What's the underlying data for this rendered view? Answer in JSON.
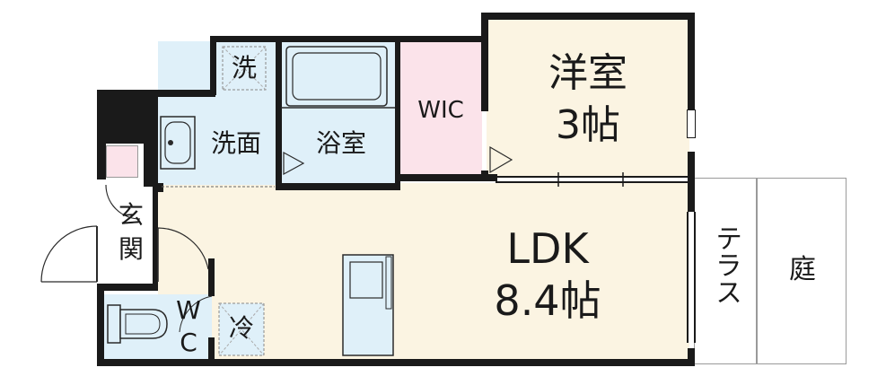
{
  "colors": {
    "wall": "#1a1a1a",
    "ldk_floor": "#fbf4e2",
    "bedroom_floor": "#fbf4e2",
    "wet_area": "#dff0f9",
    "wic_floor": "#fbe3ea",
    "outdoor": "#ffffff",
    "closet_pink": "#fbe3ea"
  },
  "rooms": {
    "bedroom": {
      "name": "洋室",
      "size": "3帖"
    },
    "ldk": {
      "name": "LDK",
      "size": "8.4帖"
    },
    "wic": {
      "name": "WIC"
    },
    "bath": {
      "name": "浴室"
    },
    "washroom": {
      "name": "洗面"
    },
    "laundry": {
      "name": "洗"
    },
    "entrance_line1": "玄",
    "entrance_line2": "関",
    "wc_line1": "W",
    "wc_line2": "C",
    "fridge": {
      "name": "冷"
    },
    "terrace": {
      "name": "テラス"
    },
    "garden": {
      "name": "庭"
    }
  },
  "icons": [
    "washbasin-icon",
    "toilet-icon",
    "bathtub-icon",
    "kitchen-counter-icon",
    "door-swing-icon"
  ]
}
